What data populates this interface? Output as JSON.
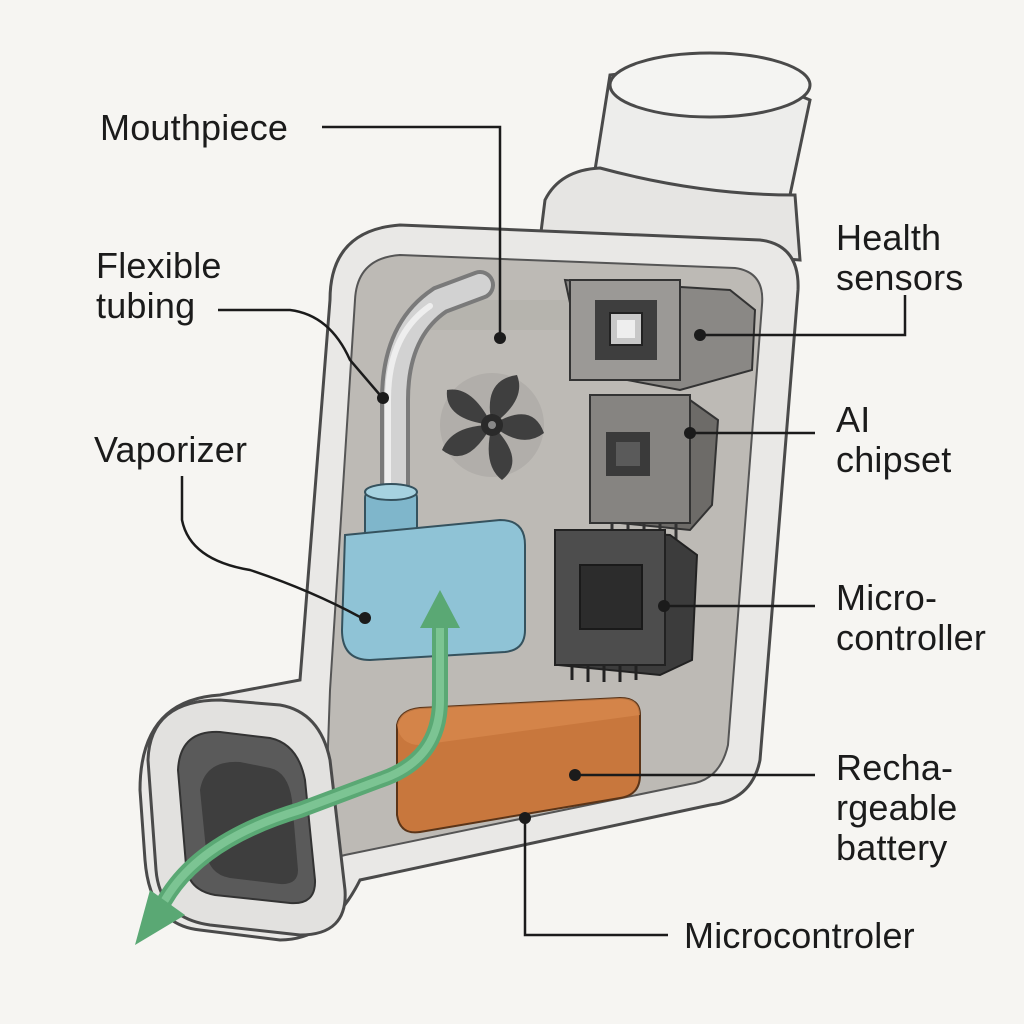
{
  "labels": {
    "mouthpiece": "Mouthpiece",
    "flexible_tubing": "Flexible\ntubing",
    "vaporizer": "Vaporizer",
    "health_sensors": "Health\nsensors",
    "ai_chipset": "AI\nchipset",
    "micro_controller": "Micro-\ncontroller",
    "rechargeable_battery": "Recha-\nrgeable\nbattery",
    "microcontroler": "Microcontroler"
  },
  "colors": {
    "background": "#f6f5f2",
    "shell": "#e9e8e6",
    "interior": "#bdbab5",
    "vaporizer": "#8fc3d6",
    "battery": "#c8773d",
    "airflow_arrow": "#5aa874",
    "chips": "#4a4a4a",
    "leader_lines": "#1b1b1b"
  },
  "icons": [
    "fan-icon",
    "airflow-arrow-icon"
  ]
}
